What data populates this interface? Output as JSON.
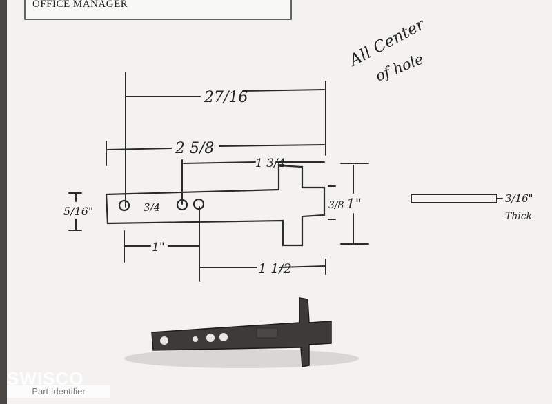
{
  "header": {
    "title": "OFFICE MANAGER"
  },
  "notes": {
    "line1": "All Center",
    "line2": "of hole"
  },
  "dimensions": {
    "overall_top": "27/16",
    "second": "2 5/8",
    "mid": "1 3/4",
    "hole_spacing": "3/4",
    "hole_offset": "1\"",
    "tail": "1 1/2",
    "height_left": "5/16\"",
    "tab_height": "3/8",
    "post_height": "1\"",
    "thickness_value": "3/16\"",
    "thickness_label": "Thick"
  },
  "watermark": {
    "brand": "SWISCO",
    "sub": "Part Identifier"
  }
}
